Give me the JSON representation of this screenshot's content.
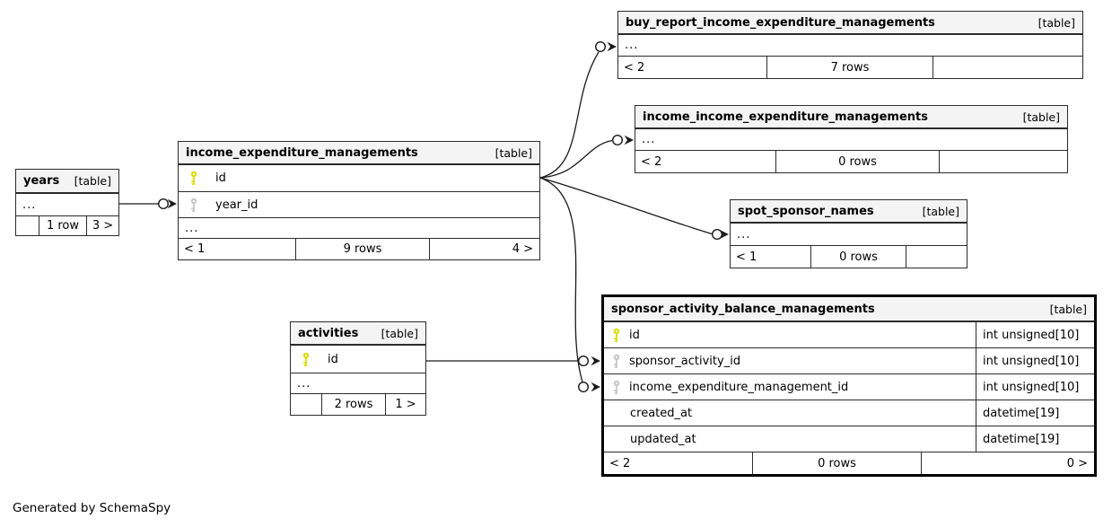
{
  "credit": "Generated by SchemaSpy",
  "colors": {
    "header_bg": "#f4f4f4",
    "border": "#2b2b2b",
    "primary_key": "#dcdc00",
    "foreign_key": "#c6c6c6"
  },
  "tables": {
    "years": {
      "name": "years",
      "tag": "[table]",
      "ellipsis": "...",
      "footer": {
        "left": "",
        "center": "1 row",
        "right": "3 >"
      }
    },
    "iem": {
      "name": "income_expenditure_managements",
      "tag": "[table]",
      "ellipsis": "...",
      "columns": [
        {
          "name": "id",
          "key": "primary"
        },
        {
          "name": "year_id",
          "key": "foreign"
        }
      ],
      "footer": {
        "left": "< 1",
        "center": "9 rows",
        "right": "4 >"
      }
    },
    "buy": {
      "name": "buy_report_income_expenditure_managements",
      "tag": "[table]",
      "ellipsis": "...",
      "footer": {
        "left": "< 2",
        "center": "7 rows",
        "right": ""
      }
    },
    "inc": {
      "name": "income_income_expenditure_managements",
      "tag": "[table]",
      "ellipsis": "...",
      "footer": {
        "left": "< 2",
        "center": "0 rows",
        "right": ""
      }
    },
    "spot": {
      "name": "spot_sponsor_names",
      "tag": "[table]",
      "ellipsis": "...",
      "footer": {
        "left": "< 1",
        "center": "0 rows",
        "right": ""
      }
    },
    "act": {
      "name": "activities",
      "tag": "[table]",
      "ellipsis": "...",
      "columns": [
        {
          "name": "id",
          "key": "primary"
        }
      ],
      "footer": {
        "left": "",
        "center": "2 rows",
        "right": "1 >"
      }
    },
    "sabm": {
      "name": "sponsor_activity_balance_managements",
      "tag": "[table]",
      "columns": [
        {
          "name": "id",
          "type": "int unsigned[10]",
          "key": "primary"
        },
        {
          "name": "sponsor_activity_id",
          "type": "int unsigned[10]",
          "key": "foreign"
        },
        {
          "name": "income_expenditure_management_id",
          "type": "int unsigned[10]",
          "key": "foreign"
        },
        {
          "name": "created_at",
          "type": "datetime[19]",
          "key": ""
        },
        {
          "name": "updated_at",
          "type": "datetime[19]",
          "key": ""
        }
      ],
      "footer": {
        "left": "< 2",
        "center": "0 rows",
        "right": "0 >"
      }
    }
  }
}
